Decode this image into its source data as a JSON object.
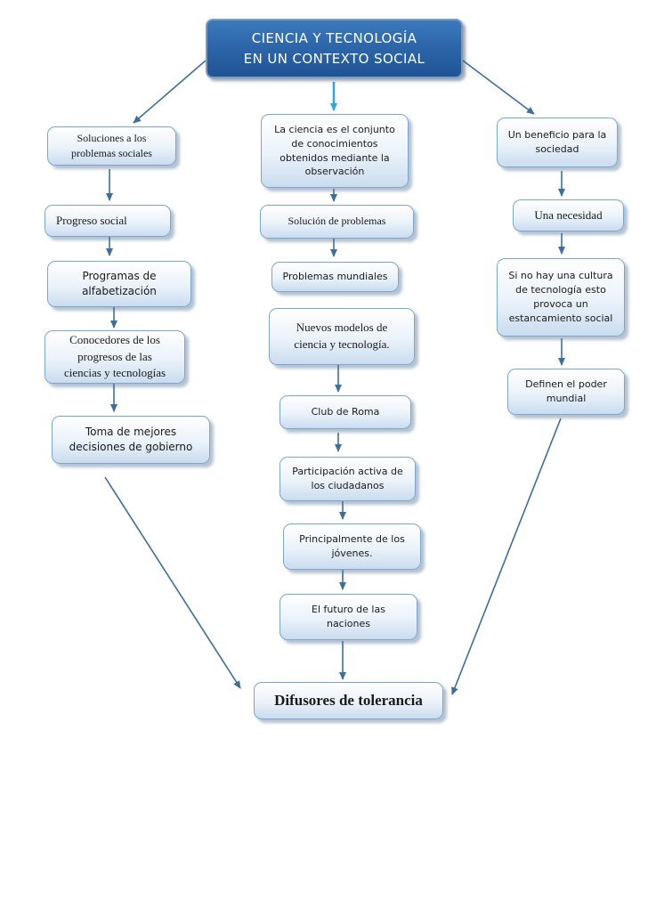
{
  "title": "CIENCIA Y TECNOLOGÍA\nEN UN CONTEXTO SOCIAL",
  "left": [
    "Soluciones a los\nproblemas sociales",
    "Progreso social",
    "Programas de\nalfabetización",
    "Conocedores de los\nprogresos de las\nciencias y tecnologías",
    "Toma de mejores\ndecisiones de gobierno"
  ],
  "center": [
    "La ciencia es el conjunto\nde conocimientos\nobtenidos mediante la\nobservación",
    "Solución de problemas",
    "Problemas mundiales",
    "Nuevos modelos de\nciencia y tecnología.",
    "Club de Roma",
    "Participación activa de\nlos ciudadanos",
    "Principalmente de los\njóvenes.",
    "El futuro de las\nnaciones"
  ],
  "right": [
    "Un beneficio para la\nsociedad",
    "Una necesidad",
    "Si no hay una cultura\nde tecnología esto\nprovoca un\nestancamiento social",
    "Definen el poder\nmundial"
  ],
  "final": "Difusores de tolerancia",
  "colors": {
    "title_bg": "#2a63a6",
    "box_border": "#7ea6cc",
    "arrow": "#3d6e9c",
    "arrow_highlight": "#29a9e1"
  }
}
